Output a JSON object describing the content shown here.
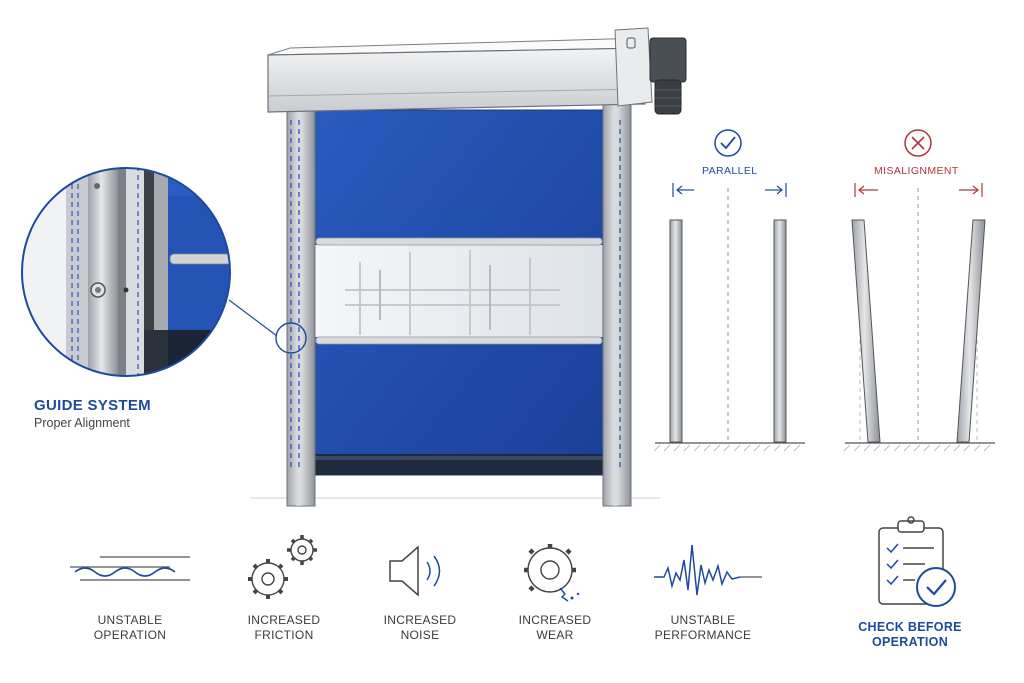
{
  "guide": {
    "title": "GUIDE SYSTEM",
    "subtitle": "Proper Alignment"
  },
  "comparison": {
    "good_label": "PARALLEL",
    "bad_label": "MISALIGNMENT"
  },
  "effects": [
    {
      "icon": "wavy-lines-icon",
      "line1": "UNSTABLE",
      "line2": "OPERATION"
    },
    {
      "icon": "gears-icon",
      "line1": "INCREASED",
      "line2": "FRICTION"
    },
    {
      "icon": "speaker-icon",
      "line1": "INCREASED",
      "line2": "NOISE"
    },
    {
      "icon": "worn-gear-icon",
      "line1": "INCREASED",
      "line2": "WEAR"
    },
    {
      "icon": "waveform-icon",
      "line1": "UNSTABLE",
      "line2": "PERFORMANCE"
    }
  ],
  "check": {
    "icon": "clipboard-check-icon",
    "line1": "CHECK BEFORE",
    "line2": "OPERATION"
  },
  "colors": {
    "accent": "#1e4a9e",
    "curtain": "#1f4fb0",
    "error": "#b3343a",
    "steel": "#b9bcc0"
  }
}
